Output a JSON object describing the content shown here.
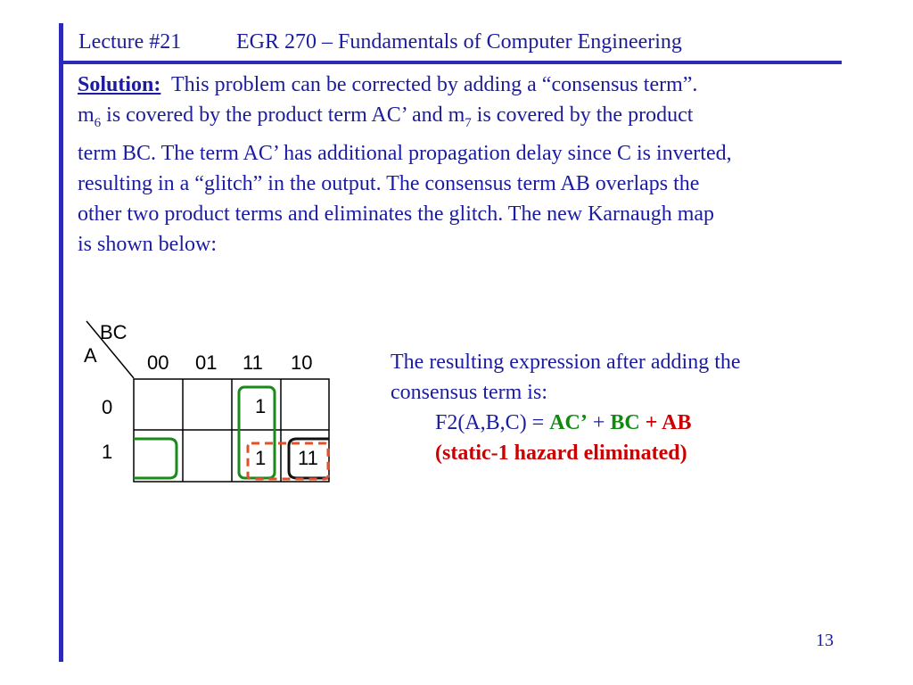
{
  "header": {
    "lecture": "Lecture #21",
    "course": "EGR 270 – Fundamentals of Computer Engineering"
  },
  "solution": {
    "label": "Solution:",
    "line1": "This problem can be corrected by adding a  “consensus term”.",
    "line2_m": "m",
    "line2_sub6": "6",
    "line2_mid": " is covered by the product term AC’ and m",
    "line2_sub7": "7",
    "line2_end": " is covered by the product",
    "line3": "term BC.  The term AC’ has additional propagation delay since C is inverted,",
    "line4": "resulting in a “glitch” in the output.  The consensus term AB overlaps the",
    "line5": "other two product terms and eliminates the glitch.  The new Karnaugh map",
    "line6": "is shown below:"
  },
  "kmap": {
    "col_var": "BC",
    "row_var": "A",
    "col_headers": [
      "00",
      "01",
      "11",
      "10"
    ],
    "row_headers": [
      "0",
      "1"
    ],
    "cells": [
      [
        "",
        "",
        "1",
        ""
      ],
      [
        "",
        "",
        "1",
        "11"
      ]
    ],
    "colors": {
      "ac_loop": "#1a8a1a",
      "bc_loop": "#1a8a1a",
      "ab_loop": "#e0502a"
    }
  },
  "expression": {
    "intro1": "The resulting expression after adding the",
    "intro2": "consensus term is:",
    "prefix": "F2(A,B,C) = ",
    "term1": "AC’",
    "plus1": " + ",
    "term2": "BC",
    "plus2": " + ",
    "term3": "AB",
    "note": "(static-1 hazard eliminated)"
  },
  "page_number": "13"
}
